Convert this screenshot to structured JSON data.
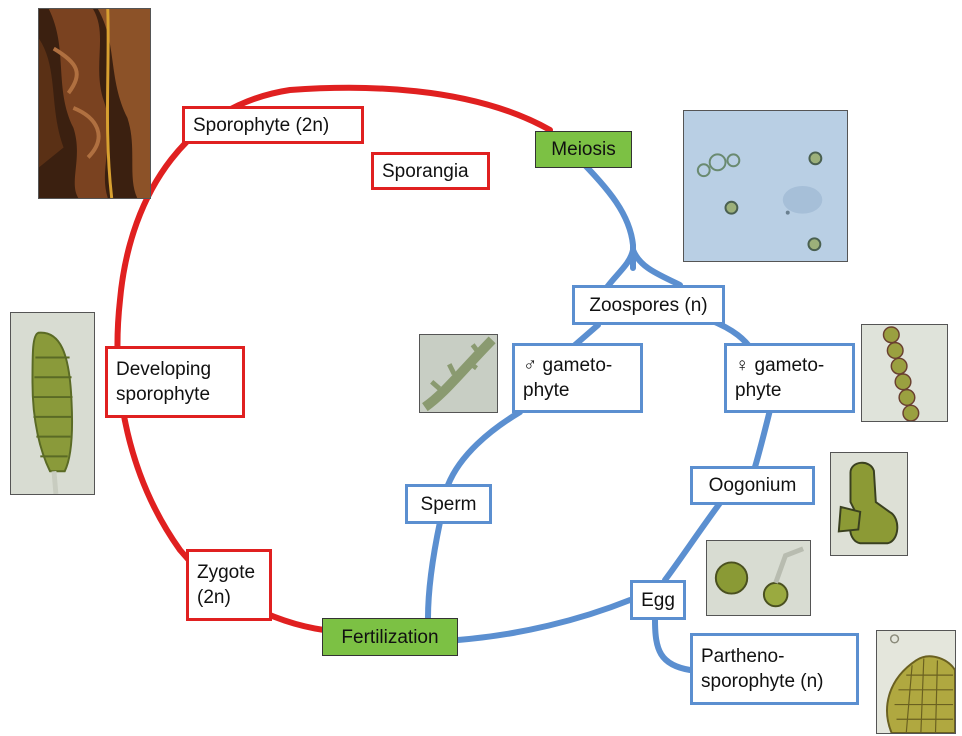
{
  "colors": {
    "diploid_cycle": "#e02020",
    "haploid_cycle": "#5b8fd0",
    "event_box": "#7cc144"
  },
  "labels": {
    "sporophyte": "Sporophyte (2n)",
    "sporangia": "Sporangia",
    "meiosis": "Meiosis",
    "zoospores": "Zoospores (n)",
    "male_gametophyte": "♂ gameto-\nphyte",
    "female_gametophyte": "♀ gameto-\nphyte",
    "developing_sporophyte": "Developing\nsporophyte",
    "sperm": "Sperm",
    "oogonium": "Oogonium",
    "zygote": "Zygote\n(2n)",
    "fertilization": "Fertilization",
    "egg": "Egg",
    "parthenosporophyte": "Partheno-\nsporophyte (n)"
  },
  "images": {
    "kelp_blade": "kelp-sporophyte-photo",
    "zoospores": "zoospores-micrograph",
    "male_gametophyte": "male-gametophyte-micrograph",
    "female_gametophyte": "female-gametophyte-micrograph",
    "developing_sporophyte": "developing-sporophyte-micrograph",
    "oogonium": "oogonium-micrograph",
    "egg": "egg-micrograph",
    "parthenosporophyte": "parthenosporophyte-micrograph"
  }
}
